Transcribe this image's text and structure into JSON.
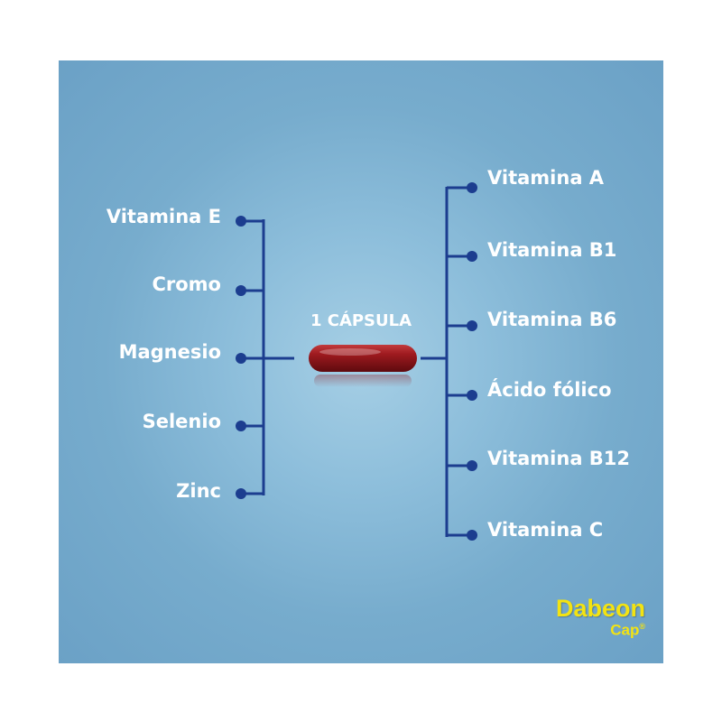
{
  "center_label": "1 CÁPSULA",
  "left_items": [
    "Vitamina E",
    "Cromo",
    "Magnesio",
    "Selenio",
    "Zinc"
  ],
  "right_items": [
    "Vitamina A",
    "Vitamina B1",
    "Vitamina B6",
    "Ácido fólico",
    "Vitamina B12",
    "Vitamina C"
  ],
  "brand": {
    "name": "Dabeon",
    "sub": "Cap",
    "mark": "®"
  },
  "colors": {
    "connector": "#1c3d8f",
    "capsule": "#8e1318",
    "brand": "#f3e312",
    "text": "#ffffff"
  }
}
